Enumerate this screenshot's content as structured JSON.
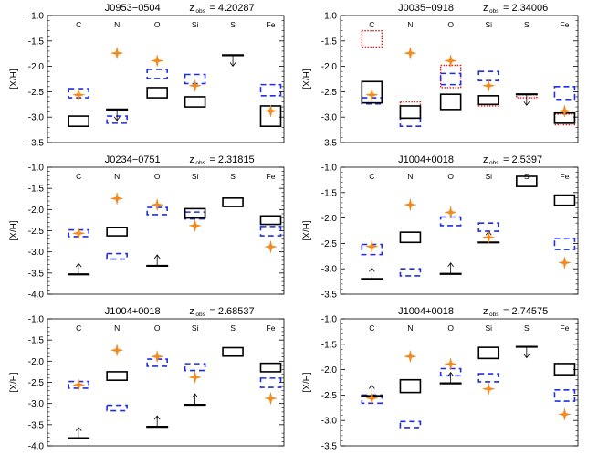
{
  "figure": {
    "ylabel": "[X/H]"
  },
  "elements": [
    "C",
    "N",
    "O",
    "Si",
    "S",
    "Fe"
  ],
  "colors": {
    "measured": "#000000",
    "model_dashed": "#1f2ee0",
    "model_dotted": "#e01b1b",
    "star_marker": "#f28a1e"
  },
  "chart_data": [
    {
      "type": "scatter",
      "name": "J0953−0504",
      "redshift_label": "z",
      "redshift_sub": "obs",
      "redshift_text": "= 4.20287",
      "ylim": [
        -3.5,
        -1.0
      ],
      "yticks": [
        "-1.0",
        "-1.5",
        "-2.0",
        "-2.5",
        "-3.0",
        "-3.5"
      ],
      "measured": [
        {
          "el": "C",
          "kind": "box",
          "lo": -3.18,
          "hi": -2.98
        },
        {
          "el": "N",
          "kind": "upper",
          "value": -2.85
        },
        {
          "el": "O",
          "kind": "box",
          "lo": -2.62,
          "hi": -2.42
        },
        {
          "el": "Si",
          "kind": "box",
          "lo": -2.8,
          "hi": -2.6
        },
        {
          "el": "S",
          "kind": "upper",
          "value": -1.78
        },
        {
          "el": "Fe",
          "kind": "box",
          "lo": -3.18,
          "hi": -2.78
        }
      ],
      "model_dashed": [
        {
          "el": "C",
          "lo": -2.62,
          "hi": -2.44
        },
        {
          "el": "N",
          "lo": -3.12,
          "hi": -2.98
        },
        {
          "el": "O",
          "lo": -2.24,
          "hi": -2.06
        },
        {
          "el": "Si",
          "lo": -2.34,
          "hi": -2.16
        },
        {
          "el": "Fe",
          "lo": -2.58,
          "hi": -2.36
        }
      ],
      "model_dotted": [],
      "stars": [
        {
          "el": "C",
          "value": -2.56
        },
        {
          "el": "N",
          "value": -1.74
        },
        {
          "el": "O",
          "value": -1.89
        },
        {
          "el": "Si",
          "value": -2.38
        },
        {
          "el": "Fe",
          "value": -2.88
        }
      ]
    },
    {
      "type": "scatter",
      "name": "J0035−0918",
      "redshift_label": "z",
      "redshift_sub": "obs",
      "redshift_text": "= 2.34006",
      "ylim": [
        -3.5,
        -1.0
      ],
      "yticks": [
        "-1.0",
        "-1.5",
        "-2.0",
        "-2.5",
        "-3.0",
        "-3.5"
      ],
      "measured": [
        {
          "el": "C",
          "kind": "box",
          "lo": -2.72,
          "hi": -2.3
        },
        {
          "el": "N",
          "kind": "box",
          "lo": -3.02,
          "hi": -2.78
        },
        {
          "el": "O",
          "kind": "box",
          "lo": -2.85,
          "hi": -2.55
        },
        {
          "el": "Si",
          "kind": "box",
          "lo": -2.75,
          "hi": -2.58
        },
        {
          "el": "S",
          "kind": "upper",
          "value": -2.55
        },
        {
          "el": "Fe",
          "kind": "box",
          "lo": -3.12,
          "hi": -2.92
        }
      ],
      "model_dashed": [
        {
          "el": "C",
          "lo": -2.74,
          "hi": -2.62
        },
        {
          "el": "N",
          "lo": -3.18,
          "hi": -3.02
        },
        {
          "el": "O",
          "lo": -2.36,
          "hi": -2.14
        },
        {
          "el": "Si",
          "lo": -2.28,
          "hi": -2.1
        },
        {
          "el": "Fe",
          "lo": -2.65,
          "hi": -2.4
        }
      ],
      "model_dotted": [
        {
          "el": "C",
          "lo": -1.62,
          "hi": -1.3
        },
        {
          "el": "N",
          "lo": -3.02,
          "hi": -2.7
        },
        {
          "el": "O",
          "lo": -2.42,
          "hi": -1.98
        },
        {
          "el": "Si",
          "lo": -2.78,
          "hi": -2.58
        },
        {
          "el": "S",
          "lo": -2.62,
          "hi": -2.56
        },
        {
          "el": "Fe",
          "lo": -3.15,
          "hi": -2.94
        }
      ],
      "stars": [
        {
          "el": "C",
          "value": -2.56
        },
        {
          "el": "N",
          "value": -1.74
        },
        {
          "el": "O",
          "value": -1.89
        },
        {
          "el": "Si",
          "value": -2.38
        },
        {
          "el": "Fe",
          "value": -2.88
        }
      ]
    },
    {
      "type": "scatter",
      "name": "J0234−0751",
      "redshift_label": "z",
      "redshift_sub": "obs",
      "redshift_text": "= 2.31815",
      "ylim": [
        -4.0,
        -1.0
      ],
      "yticks": [
        "-1.0",
        "-1.5",
        "-2.0",
        "-2.5",
        "-3.0",
        "-3.5",
        "-4.0"
      ],
      "measured": [
        {
          "el": "C",
          "kind": "lower",
          "value": -3.53
        },
        {
          "el": "N",
          "kind": "box",
          "lo": -2.62,
          "hi": -2.42
        },
        {
          "el": "O",
          "kind": "lower",
          "value": -3.33
        },
        {
          "el": "Si",
          "kind": "box",
          "lo": -2.2,
          "hi": -1.98
        },
        {
          "el": "S",
          "kind": "box",
          "lo": -1.93,
          "hi": -1.73
        },
        {
          "el": "Fe",
          "kind": "box",
          "lo": -2.35,
          "hi": -2.15
        }
      ],
      "model_dashed": [
        {
          "el": "C",
          "lo": -2.64,
          "hi": -2.48
        },
        {
          "el": "N",
          "lo": -3.17,
          "hi": -3.04
        },
        {
          "el": "O",
          "lo": -2.12,
          "hi": -1.95
        },
        {
          "el": "Si",
          "lo": -2.22,
          "hi": -2.06
        },
        {
          "el": "Fe",
          "lo": -2.62,
          "hi": -2.4
        }
      ],
      "model_dotted": [],
      "stars": [
        {
          "el": "C",
          "value": -2.56
        },
        {
          "el": "N",
          "value": -1.74
        },
        {
          "el": "O",
          "value": -1.89
        },
        {
          "el": "Si",
          "value": -2.38
        },
        {
          "el": "Fe",
          "value": -2.88
        }
      ]
    },
    {
      "type": "scatter",
      "name": "J1004+0018",
      "redshift_label": "z",
      "redshift_sub": "obs",
      "redshift_text": "= 2.5397",
      "ylim": [
        -3.5,
        -1.0
      ],
      "yticks": [
        "-1.0",
        "-1.5",
        "-2.0",
        "-2.5",
        "-3.0",
        "-3.5"
      ],
      "measured": [
        {
          "el": "C",
          "kind": "lower",
          "value": -3.2
        },
        {
          "el": "N",
          "kind": "box",
          "lo": -2.48,
          "hi": -2.28
        },
        {
          "el": "O",
          "kind": "lower",
          "value": -3.1
        },
        {
          "el": "Si",
          "kind": "lower",
          "value": -2.48
        },
        {
          "el": "S",
          "kind": "box",
          "lo": -1.38,
          "hi": -1.18
        },
        {
          "el": "Fe",
          "kind": "box",
          "lo": -1.75,
          "hi": -1.55
        }
      ],
      "model_dashed": [
        {
          "el": "C",
          "lo": -2.72,
          "hi": -2.52
        },
        {
          "el": "N",
          "lo": -3.14,
          "hi": -3.0
        },
        {
          "el": "O",
          "lo": -2.15,
          "hi": -1.98
        },
        {
          "el": "Si",
          "lo": -2.26,
          "hi": -2.1
        },
        {
          "el": "Fe",
          "lo": -2.62,
          "hi": -2.4
        }
      ],
      "model_dotted": [],
      "stars": [
        {
          "el": "C",
          "value": -2.56
        },
        {
          "el": "N",
          "value": -1.74
        },
        {
          "el": "O",
          "value": -1.89
        },
        {
          "el": "Si",
          "value": -2.38
        },
        {
          "el": "Fe",
          "value": -2.88
        }
      ]
    },
    {
      "type": "scatter",
      "name": "J1004+0018",
      "redshift_label": "z",
      "redshift_sub": "obs",
      "redshift_text": "= 2.68537",
      "ylim": [
        -4.0,
        -1.0
      ],
      "yticks": [
        "-1.0",
        "-1.5",
        "-2.0",
        "-2.5",
        "-3.0",
        "-3.5",
        "-4.0"
      ],
      "measured": [
        {
          "el": "C",
          "kind": "lower",
          "value": -3.82
        },
        {
          "el": "N",
          "kind": "box",
          "lo": -2.45,
          "hi": -2.25
        },
        {
          "el": "O",
          "kind": "lower",
          "value": -3.55
        },
        {
          "el": "Si",
          "kind": "lower",
          "value": -3.03
        },
        {
          "el": "S",
          "kind": "box",
          "lo": -1.88,
          "hi": -1.68
        },
        {
          "el": "Fe",
          "kind": "box",
          "lo": -2.25,
          "hi": -2.05
        }
      ],
      "model_dashed": [
        {
          "el": "C",
          "lo": -2.64,
          "hi": -2.48
        },
        {
          "el": "N",
          "lo": -3.17,
          "hi": -3.04
        },
        {
          "el": "O",
          "lo": -2.12,
          "hi": -1.95
        },
        {
          "el": "Si",
          "lo": -2.22,
          "hi": -2.06
        },
        {
          "el": "Fe",
          "lo": -2.62,
          "hi": -2.4
        }
      ],
      "model_dotted": [],
      "stars": [
        {
          "el": "C",
          "value": -2.56
        },
        {
          "el": "N",
          "value": -1.74
        },
        {
          "el": "O",
          "value": -1.89
        },
        {
          "el": "Si",
          "value": -2.38
        },
        {
          "el": "Fe",
          "value": -2.88
        }
      ]
    },
    {
      "type": "scatter",
      "name": "J1004+0018",
      "redshift_label": "z",
      "redshift_sub": "obs",
      "redshift_text": "= 2.74575",
      "ylim": [
        -3.5,
        -1.0
      ],
      "yticks": [
        "-1.0",
        "-1.5",
        "-2.0",
        "-2.5",
        "-3.0",
        "-3.5"
      ],
      "measured": [
        {
          "el": "C",
          "kind": "lower",
          "value": -2.52
        },
        {
          "el": "N",
          "kind": "box",
          "lo": -2.45,
          "hi": -2.2
        },
        {
          "el": "O",
          "kind": "lower",
          "value": -2.27
        },
        {
          "el": "Si",
          "kind": "box",
          "lo": -1.78,
          "hi": -1.56
        },
        {
          "el": "S",
          "kind": "upper",
          "value": -1.55
        },
        {
          "el": "Fe",
          "kind": "box",
          "lo": -2.1,
          "hi": -1.88
        }
      ],
      "model_dashed": [
        {
          "el": "C",
          "lo": -2.66,
          "hi": -2.5
        },
        {
          "el": "N",
          "lo": -3.14,
          "hi": -3.02
        },
        {
          "el": "O",
          "lo": -2.12,
          "hi": -1.98
        },
        {
          "el": "Si",
          "lo": -2.24,
          "hi": -2.08
        },
        {
          "el": "Fe",
          "lo": -2.62,
          "hi": -2.4
        }
      ],
      "model_dotted": [],
      "stars": [
        {
          "el": "C",
          "value": -2.56
        },
        {
          "el": "N",
          "value": -1.74
        },
        {
          "el": "O",
          "value": -1.89
        },
        {
          "el": "Si",
          "value": -2.38
        },
        {
          "el": "Fe",
          "value": -2.88
        }
      ]
    }
  ]
}
